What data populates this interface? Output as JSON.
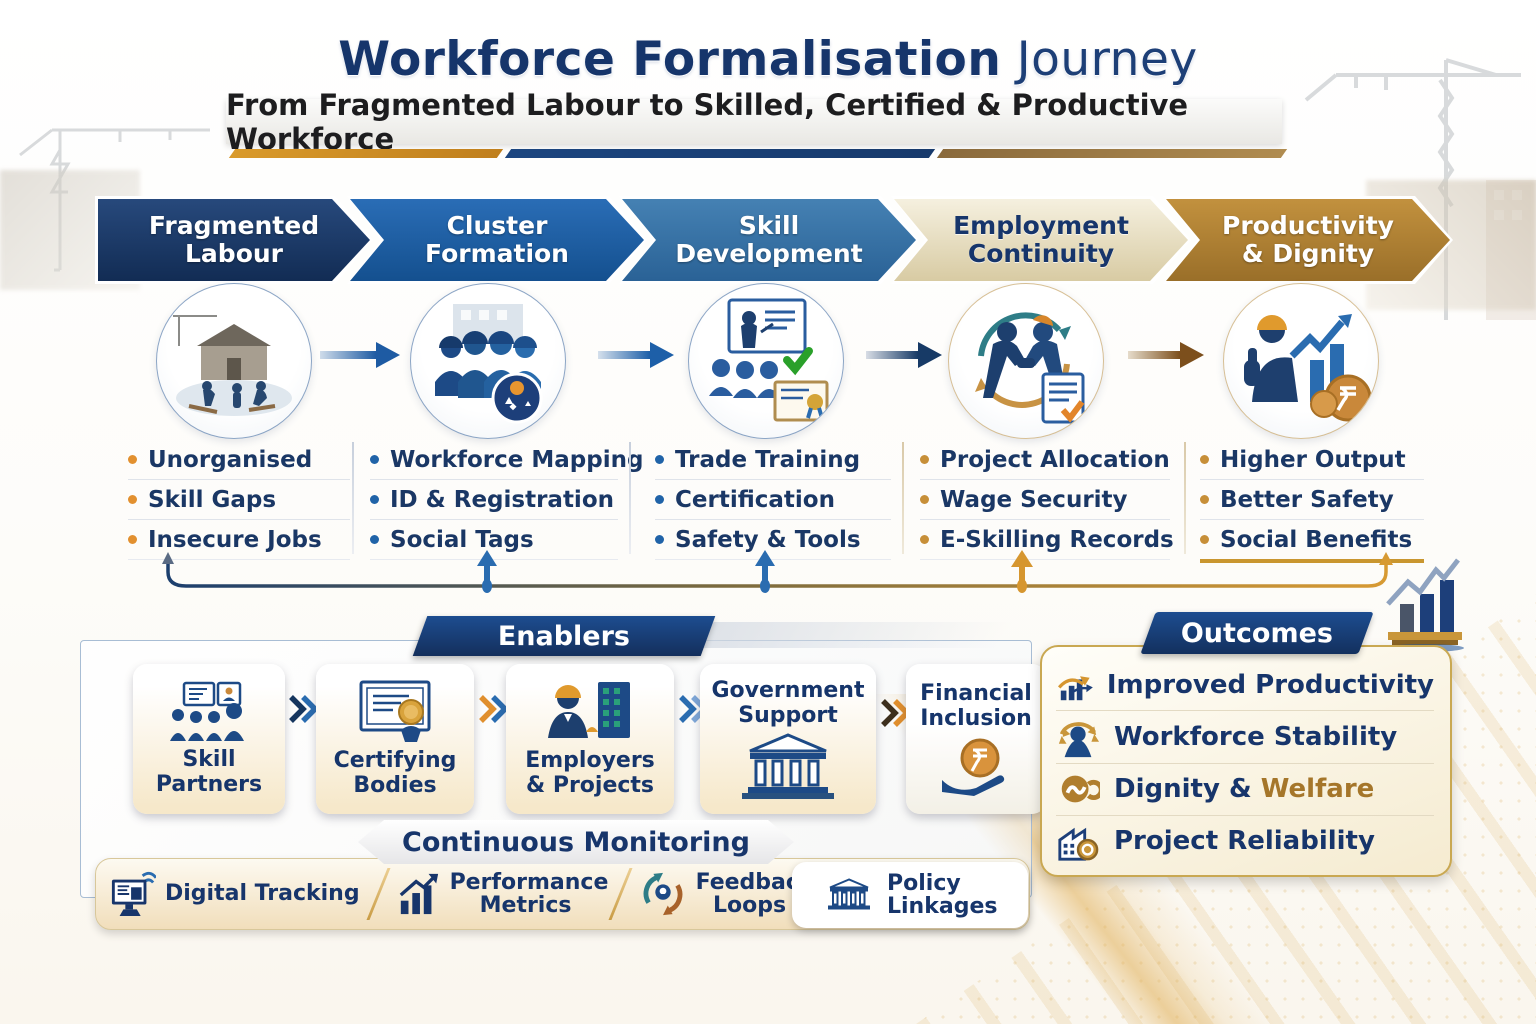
{
  "palette": {
    "navy": "#16356b",
    "blue": "#1e62a8",
    "steel_blue": "#3173ad",
    "cream": "#ece4cc",
    "gold": "#b9842f",
    "orange": "#e2902f",
    "gold_bullet": "#c78f38"
  },
  "header": {
    "title_main": "Workforce Formalisation",
    "title_light": " Journey",
    "subtitle": "From Fragmented Labour to Skilled, Certified & Productive Workforce"
  },
  "stages": [
    {
      "label": "Fragmented Labour",
      "bullets": [
        {
          "t1": "Unorganised",
          "t2": ""
        },
        {
          "t1": "Skill Gaps",
          "t2": ""
        },
        {
          "t1": "Insecure Jobs",
          "t2": ""
        }
      ]
    },
    {
      "label": "Cluster Formation",
      "bullets": [
        {
          "t1": "Workforce ",
          "t2": "Mapping"
        },
        {
          "t1": "ID & ",
          "t2": "Registration"
        },
        {
          "t1": "Social Tags",
          "t2": ""
        }
      ]
    },
    {
      "label": "Skill Development",
      "bullets": [
        {
          "t1": "Trade ",
          "t2": "Training"
        },
        {
          "t1": "",
          "t2": "Certification"
        },
        {
          "t1": "",
          "t2": "Safety & Tools"
        }
      ]
    },
    {
      "label": "Employment Continuity",
      "bullets": [
        {
          "t1": "Project ",
          "t2": "Allocation"
        },
        {
          "t1": "Wage ",
          "t2": "Security"
        },
        {
          "t1": "E-Skilling Records",
          "t2": ""
        }
      ]
    },
    {
      "label": "Productivity & Dignity",
      "bullets": [
        {
          "t1": "",
          "t2": "Higher Output"
        },
        {
          "t1": "",
          "t2": "Better Safety"
        },
        {
          "t1": "",
          "t2": "Social Benefits"
        }
      ]
    }
  ],
  "enablers": {
    "header": "Enablers",
    "items": [
      "Skill Partners",
      "Certifying Bodies",
      "Employers & Projects",
      "Government Support",
      "Financial Inclusion"
    ]
  },
  "monitoring": {
    "header": "Continuous Monitoring",
    "items": [
      "Digital Tracking",
      "Performance Metrics",
      "Feedback Loops",
      "Policy Linkages"
    ]
  },
  "outcomes": {
    "header": "Outcomes",
    "items": [
      {
        "t1": "Improved ",
        "t2": "Productivity"
      },
      {
        "t1": "Workforce ",
        "t2": "Stability"
      },
      {
        "t1": "Dignity & ",
        "t2": "Welfare"
      },
      {
        "t1": "Project ",
        "t2": "Reliability"
      }
    ]
  }
}
